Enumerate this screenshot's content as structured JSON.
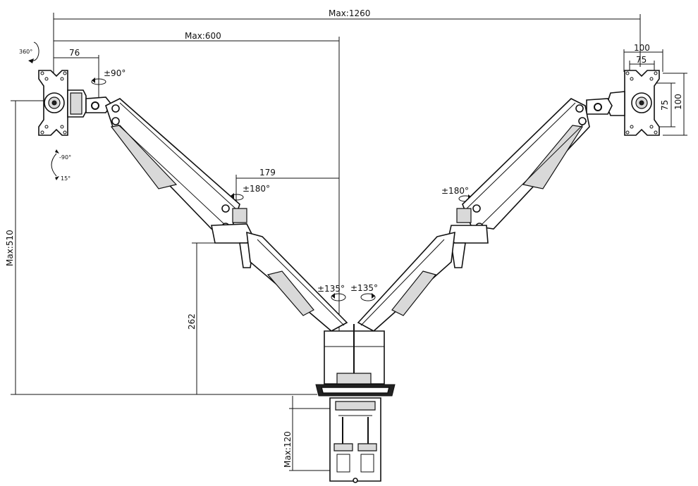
{
  "dimensions": {
    "max_width_total": "Max:1260",
    "max_reach": "Max:600",
    "offset_76": "76",
    "inner_179": "179",
    "max_height": "Max:510",
    "pole_height": "262",
    "clamp_max": "Max:120",
    "vesa_100_top": "100",
    "vesa_75_top": "75",
    "vesa_75_side": "75",
    "vesa_100_side": "100"
  },
  "rotations": {
    "swivel_360": "360°",
    "tilt_90": "±90°",
    "tilt_down": "-90°",
    "tilt_up": "15°",
    "elbow_left": "±180°",
    "elbow_right": "±180°",
    "base_left": "±135°",
    "base_right": "±135°"
  }
}
